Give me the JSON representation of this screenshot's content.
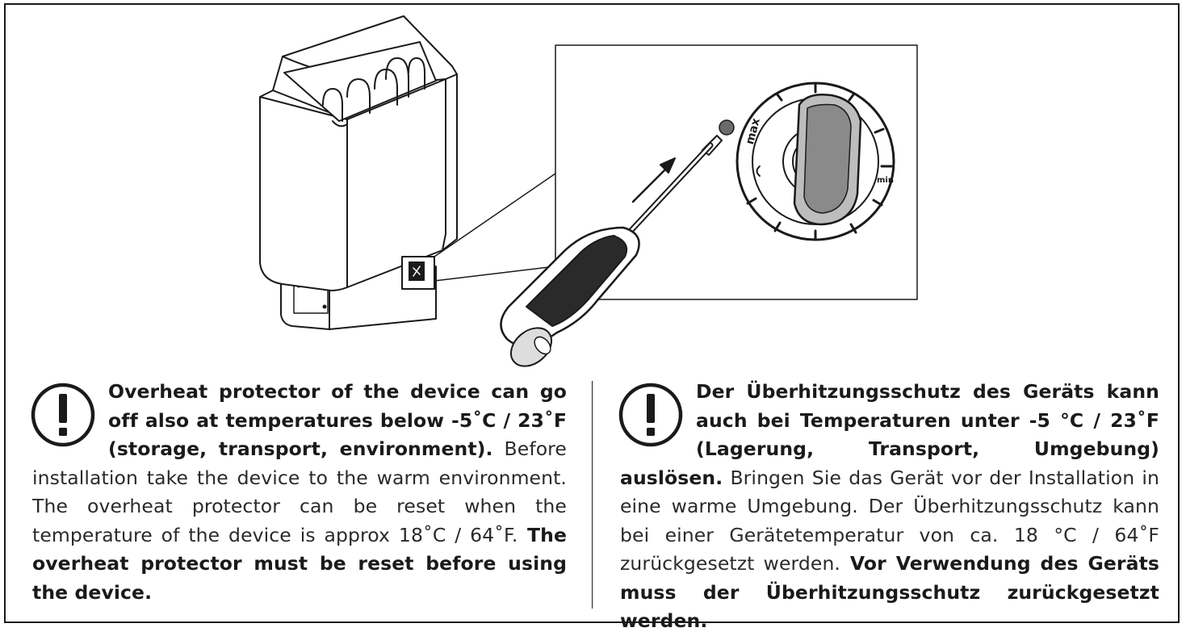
{
  "knob": {
    "label_max": "max",
    "label_min": "min"
  },
  "left": {
    "warning_bold": "Overheat protector of the device can go off also at temperatures below -5˚C / 23˚F (storage, transport, environment).",
    "body": " Before installation take the device to the warm environment. The overheat protector can be reset when the temperature of the device is approx 18˚C / 64˚F.",
    "closing_bold": " The overheat protector must be reset before using the device."
  },
  "right": {
    "warning_bold": "Der Überhitzungsschutz des Geräts kann auch bei Temperaturen unter -5 °C / 23˚F (Lagerung, Transport, Umgebung) auslösen.",
    "body": " Bringen Sie das Gerät vor der Installation in eine warme Umgebung. Der Überhitzungsschutz kann bei einer Gerätetemperatur von ca. 18 °C / 64˚F zurückgesetzt werden.",
    "closing_bold": " Vor Verwendung des Geräts muss der Überhitzungsschutz zurückgesetzt werden."
  }
}
